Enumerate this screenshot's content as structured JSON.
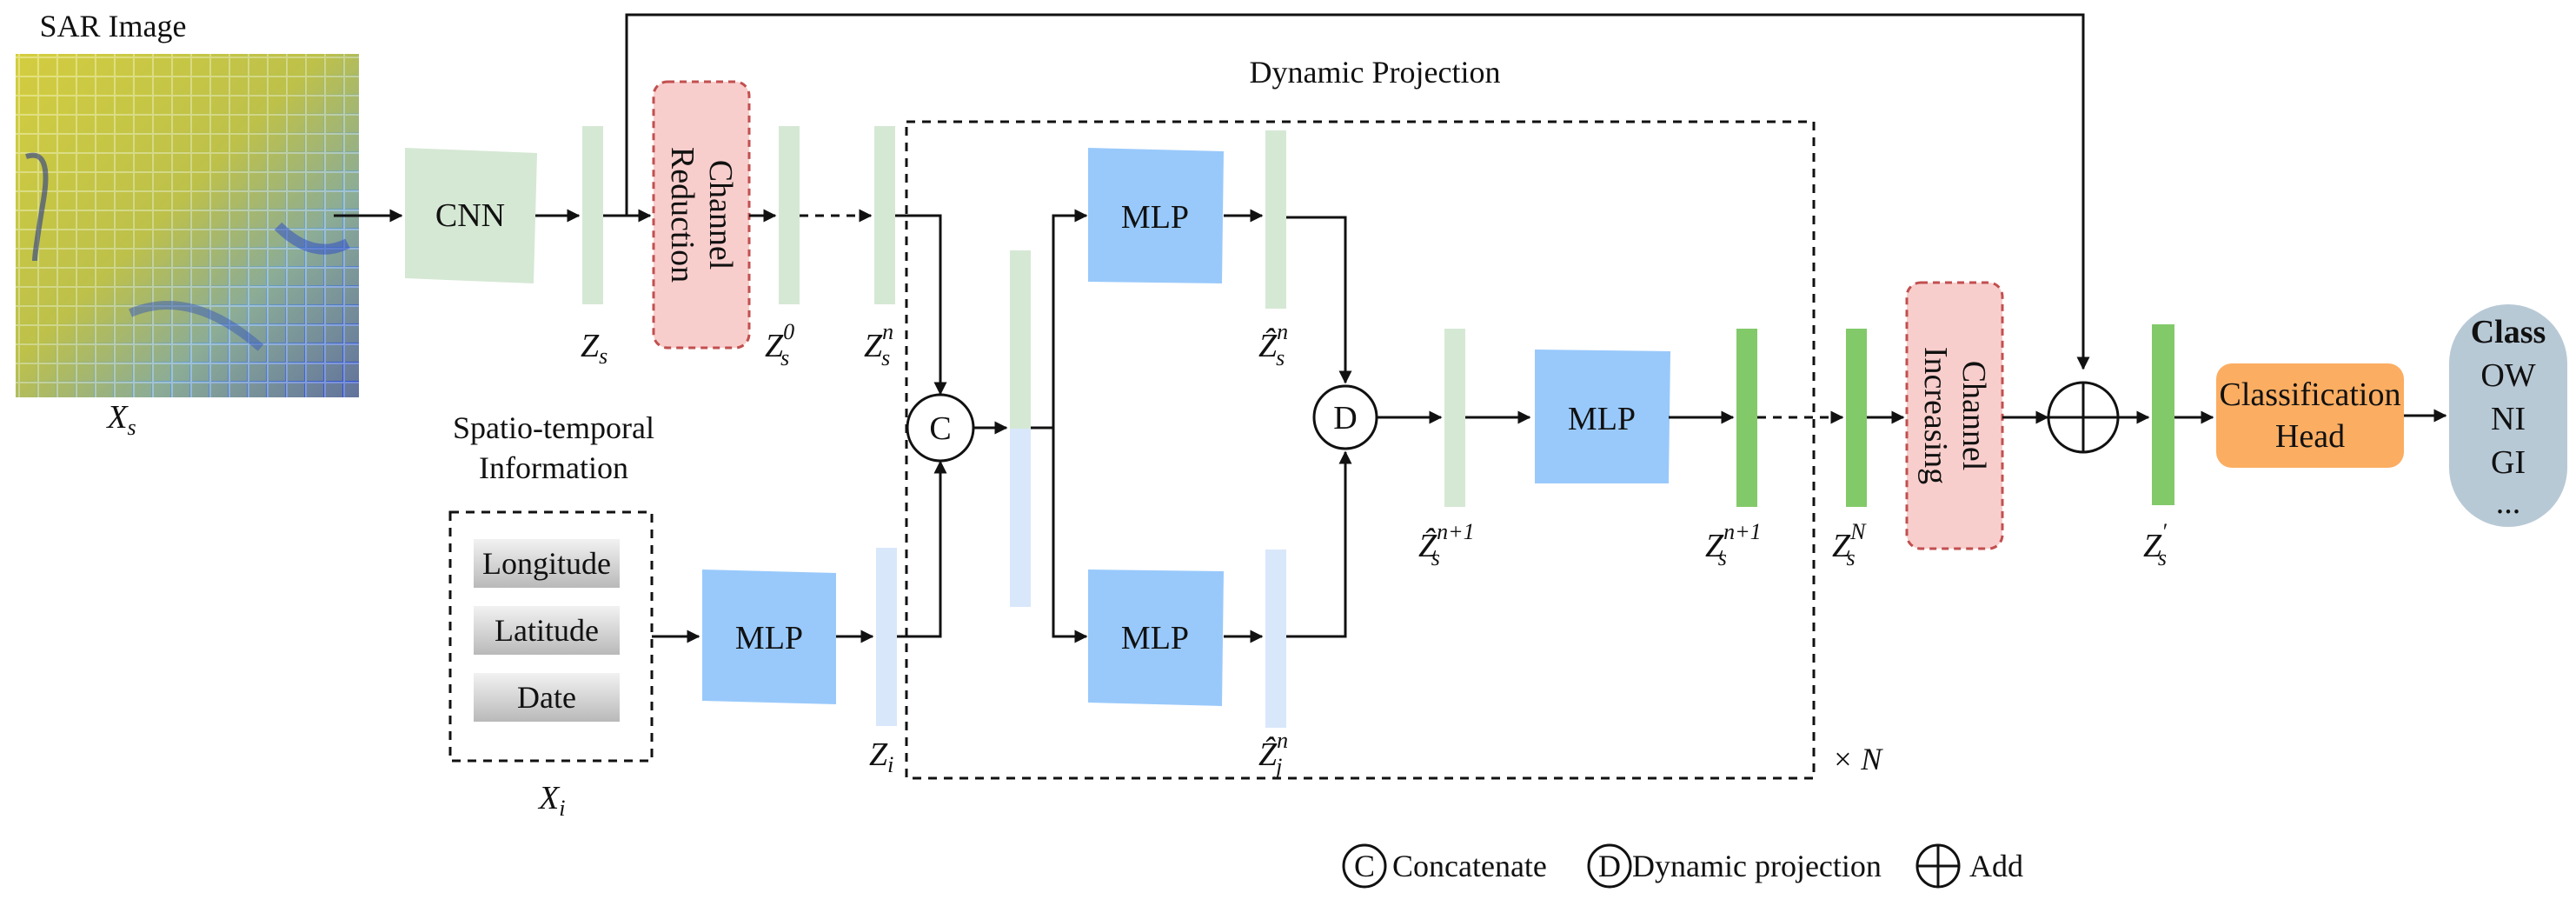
{
  "sar_image": {
    "title": "SAR Image",
    "label": "X",
    "label_sub": "s"
  },
  "cnn": {
    "label": "CNN"
  },
  "channel_reduction": {
    "line1": "Channel",
    "line2": "Reduction"
  },
  "channel_increasing": {
    "line1": "Channel",
    "line2": "Increasing"
  },
  "dynamic_projection": {
    "title": "Dynamic Projection",
    "repeat": "× N"
  },
  "spatio_temporal": {
    "title_line1": "Spatio-temporal",
    "title_line2": "Information",
    "items": [
      "Longitude",
      "Latitude",
      "Date"
    ],
    "label": "X",
    "label_sub": "i"
  },
  "mlp_label": "MLP",
  "ops": {
    "concat": "C",
    "dynamic": "D"
  },
  "features": {
    "zs": {
      "base": "Z",
      "sub": "s",
      "sup": ""
    },
    "zs0": {
      "base": "Z",
      "sub": "s",
      "sup": "0"
    },
    "zsn": {
      "base": "Z",
      "sub": "s",
      "sup": "n"
    },
    "zi": {
      "base": "Z",
      "sub": "i",
      "sup": ""
    },
    "zhat_sn": {
      "base": "Ẑ",
      "sub": "s",
      "sup": "n"
    },
    "zhat_in": {
      "base": "Ẑ",
      "sub": "j",
      "sup": "n"
    },
    "zhat_sn1": {
      "base": "Ẑ",
      "sub": "s",
      "sup": "n+1"
    },
    "zsn1": {
      "base": "Z",
      "sub": "s",
      "sup": "n+1"
    },
    "zsN": {
      "base": "Z",
      "sub": "s",
      "sup": "N"
    },
    "zprime": {
      "base": "Z",
      "sub": "s",
      "sup": "′"
    }
  },
  "classification_head": {
    "line1": "Classification",
    "line2": "Head"
  },
  "classes": {
    "title": "Class",
    "items": [
      "OW",
      "NI",
      "GI",
      "..."
    ]
  },
  "legend": {
    "concat_symbol": "C",
    "concat_label": "Concatenate",
    "dynamic_symbol": "D",
    "dynamic_label": "Dynamic projection",
    "add_label": "Add"
  },
  "colors": {
    "green_light": "#d5e8d4",
    "green_strong": "#82c96a",
    "blue_mlp": "#99c9fb",
    "blue_light": "#d9e7fb",
    "pink": "#f8cecc",
    "pink_border": "#c24f4f",
    "orange": "#fbad62",
    "class_bg": "#b8c9d6",
    "gray_box": "#cfcfcf"
  }
}
